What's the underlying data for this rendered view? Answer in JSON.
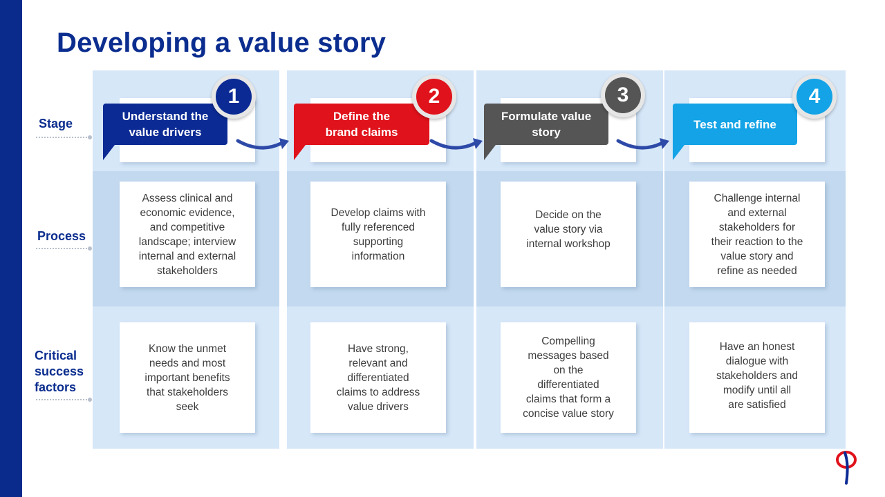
{
  "title": "Developing a value story",
  "row_labels": {
    "stage": "Stage",
    "process": "Process",
    "csf": [
      "Critical",
      "success",
      "factors"
    ]
  },
  "colors": {
    "step1": "#0b2a94",
    "step2": "#e0121b",
    "step3": "#555555",
    "step4": "#13a3e6"
  },
  "steps": [
    {
      "number": "1",
      "stage": [
        "Understand the",
        "value drivers"
      ],
      "process": [
        "Assess  clinical and",
        "economic evidence,",
        "and  competitive",
        "landscape;  interview",
        "internal  and external",
        "stakeholders"
      ],
      "csf": [
        "Know  the unmet",
        "needs and most",
        "important  benefits",
        "that  stakeholders",
        "seek"
      ]
    },
    {
      "number": "2",
      "stage": [
        "Define the",
        "brand claims"
      ],
      "process": [
        "Develop  claims with",
        "fully referenced",
        "supporting",
        "information"
      ],
      "csf": [
        "Have  strong,",
        "relevant  and",
        "differentiated",
        "claims  to address",
        "value  drivers"
      ]
    },
    {
      "number": "3",
      "stage": [
        "Formulate value",
        "story"
      ],
      "process": [
        "Decide on the",
        "value story via",
        "internal  workshop"
      ],
      "csf": [
        "Compelling",
        "messages  based",
        "on the",
        "differentiated",
        "claims  that form a",
        "concise value story"
      ]
    },
    {
      "number": "4",
      "stage": [
        "Test and refine"
      ],
      "process": [
        "Challenge  internal",
        "and external",
        "stakeholders  for",
        "their reaction to the",
        "value story and",
        "refine as needed"
      ],
      "csf": [
        "Have  an honest",
        "dialogue  with",
        "stakeholders  and",
        "modify  until all",
        "are satisfied"
      ]
    }
  ]
}
